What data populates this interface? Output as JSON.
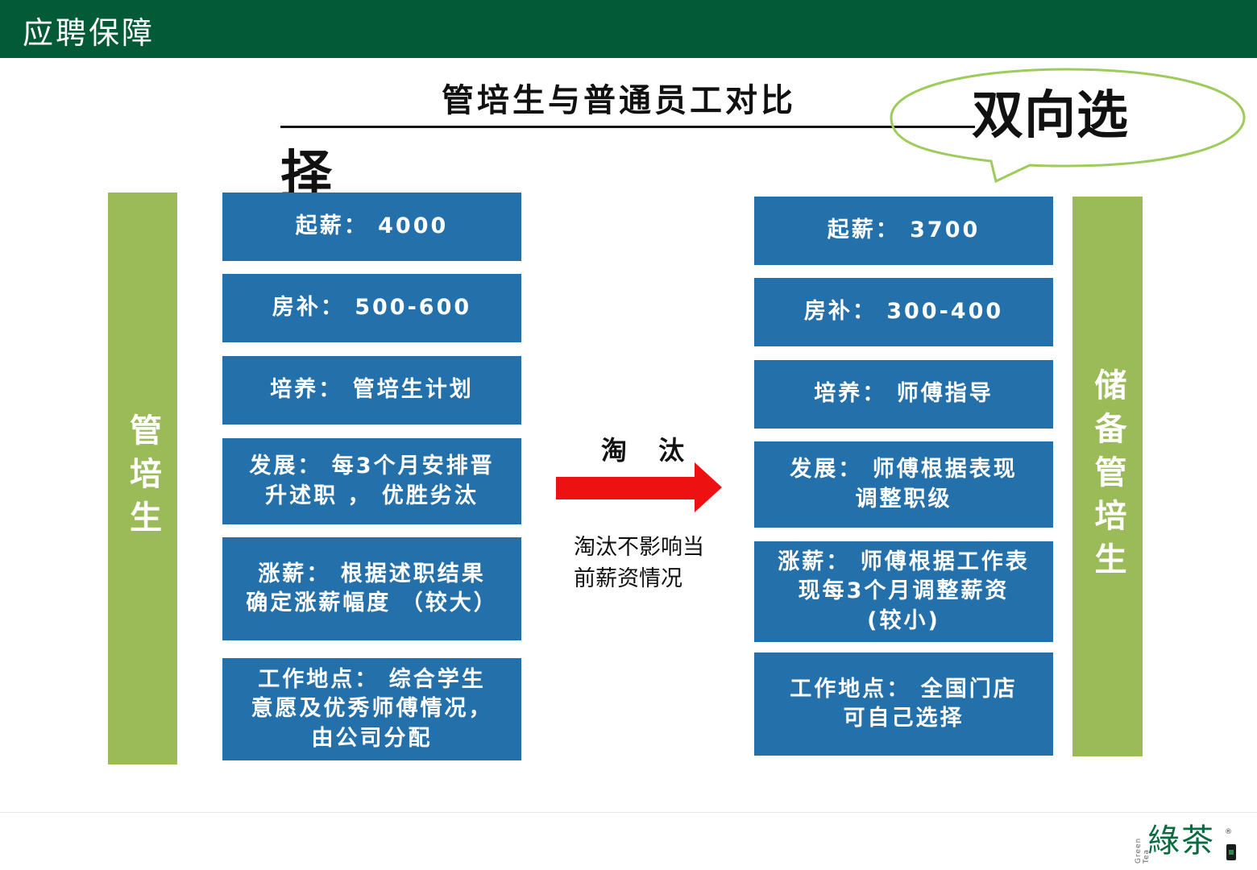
{
  "header": {
    "title": "应聘保障"
  },
  "main": {
    "title": "管培生与普通员工对比",
    "bubble_text": "双向选",
    "bubble_text_wrap": "择"
  },
  "left": {
    "label": "管培生",
    "items": [
      "起薪： 4000",
      "房补： 500-600",
      "培养： 管培生计划",
      "发展： 每3个月安排晋\n升述职 ， 优胜劣汰",
      "涨薪： 根据述职结果\n确定涨薪幅度 （较大）",
      "工作地点： 综合学生\n意愿及优秀师傅情况，\n由公司分配"
    ]
  },
  "right": {
    "label": "储备管培生",
    "items": [
      "起薪： 3700",
      "房补： 300-400",
      "培养： 师傅指导",
      "发展： 师傅根据表现\n调整职级",
      "涨薪： 师傅根据工作表\n现每3个月调整薪资\n(较小)",
      "工作地点： 全国门店\n可自己选择"
    ]
  },
  "middle": {
    "arrow_label": "淘 汰",
    "note": "淘汰不影响当前薪资情况"
  },
  "logo": {
    "text": "綠茶",
    "side_text": "Green Tea",
    "mark": "®"
  },
  "colors": {
    "header": "#035a37",
    "box": "#2470ab",
    "bar": "#9bbb59",
    "arrow": "#ee1111",
    "bubble_stroke": "#9ccc5a"
  }
}
